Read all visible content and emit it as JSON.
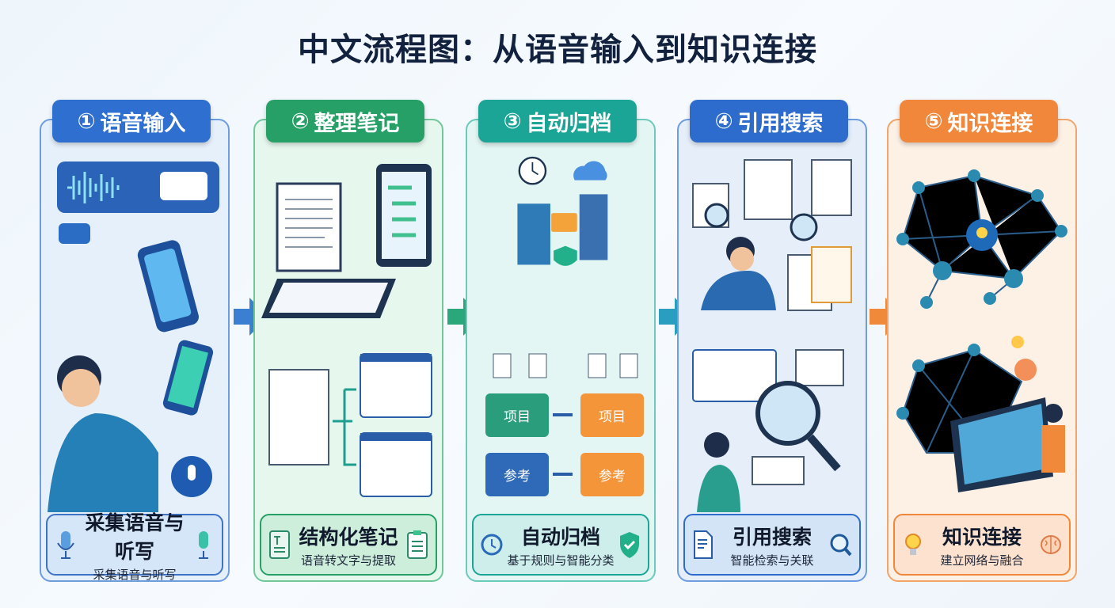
{
  "title": "中文流程图：从语音输入到知识连接",
  "steps": [
    {
      "num": "1",
      "label": "语音输入",
      "caption": "采集语音与听写",
      "subcaption": "采集语音与听写",
      "color": "#2f6fd0",
      "bg": "#e3eefb"
    },
    {
      "num": "2",
      "label": "整理笔记",
      "caption": "结构化笔记",
      "subcaption": "语音转文字与提取",
      "color": "#27a067",
      "bg": "#e4f6ec"
    },
    {
      "num": "3",
      "label": "自动归档",
      "caption": "自动归档",
      "subcaption": "基于规则与智能分类",
      "color": "#1aa596",
      "bg": "#e1f5f2",
      "folders": [
        "项目",
        "项目",
        "参考",
        "参考"
      ]
    },
    {
      "num": "4",
      "label": "引用搜索",
      "caption": "引用搜索",
      "subcaption": "智能检索与关联",
      "color": "#2d6ccc",
      "bg": "#e3edf9"
    },
    {
      "num": "5",
      "label": "知识连接",
      "caption": "知识连接",
      "subcaption": "建立网络与融合",
      "color": "#f0873a",
      "bg": "#fdeee2"
    }
  ]
}
